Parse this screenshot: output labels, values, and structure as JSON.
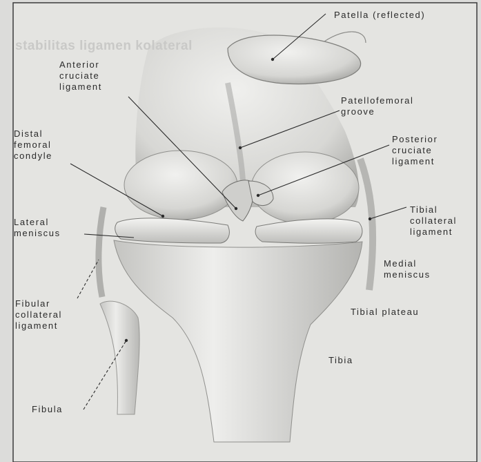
{
  "ghost_text": "stabilitas ligamen kolateral",
  "labels": {
    "patella": "Patella (reflected)",
    "acl": "Anterior\ncruciate\nligament",
    "patellofemoral": "Patellofemoral\ngroove",
    "distal_condyle": "Distal\nfemoral\ncondyle",
    "pcl": "Posterior\ncruciate\nligament",
    "lateral_meniscus": "Lateral\nmeniscus",
    "tibial_collateral": "Tibial\ncollateral\nligament",
    "medial_meniscus": "Medial\nmeniscus",
    "fibular_collateral": "Fibular\ncollateral\nligament",
    "tibial_plateau": "Tibial plateau",
    "tibia": "Tibia",
    "fibula": "Fibula"
  },
  "colors": {
    "page": "#dcdcda",
    "panel": "#e6e6e3",
    "ink": "#2a2a2a",
    "bone_light": "#ededeb",
    "bone_shade": "#b9b9b6"
  }
}
